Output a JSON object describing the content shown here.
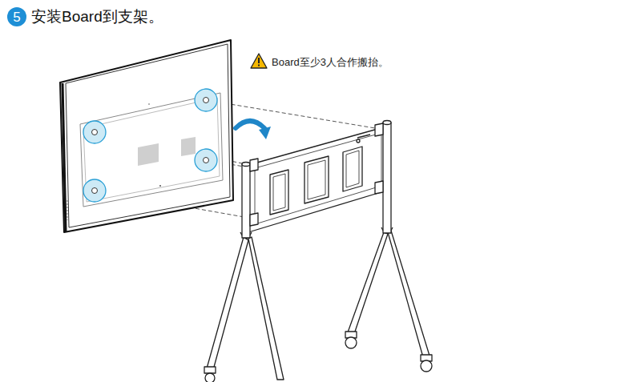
{
  "diagram": {
    "title": "安装Board到支架。",
    "nodes": [
      {
        "text": [
          "5"
        ]
      }
    ],
    "labels": [
      "Board至少3人合作搬抬。"
    ]
  }
}
